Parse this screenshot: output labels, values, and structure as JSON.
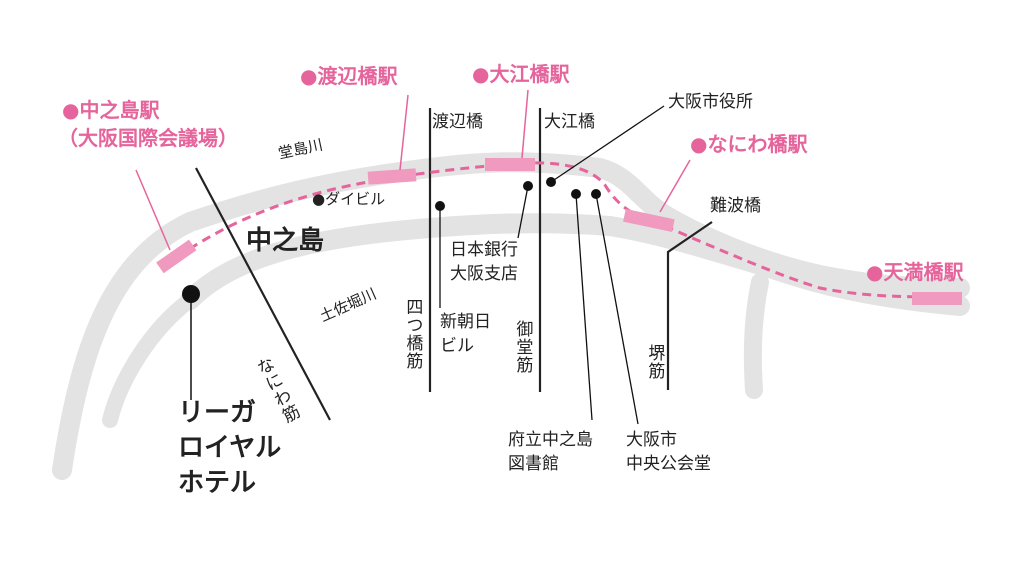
{
  "colors": {
    "river": "#e3e3e3",
    "line": "#e6649c",
    "station": "#f09ac0",
    "road": "#222222",
    "label_pink": "#e6649c"
  },
  "stations": {
    "nakanoshima": "●中之島駅",
    "nakanoshima_sub": "（大阪国際会議場）",
    "watanabebashi": "●渡辺橋駅",
    "oebashi": "●大江橋駅",
    "naniwabashi": "●なにわ橋駅",
    "temmabashi": "●天満橋駅"
  },
  "rivers": {
    "dojima": "堂島川",
    "tosabori": "土佐堀川"
  },
  "area": {
    "nakanoshima": "中之島"
  },
  "bridges": {
    "watanabe": "渡辺橋",
    "oe": "大江橋",
    "naniwa": "難波橋"
  },
  "streets": {
    "naniwasuji": "なにわ筋",
    "yotsuhashisuji": "四つ橋筋",
    "midosuji": "御堂筋",
    "sakaisuji": "堺筋"
  },
  "landmarks": {
    "daibiru": "●ダイビル",
    "boj_line1": "日本銀行",
    "boj_line2": "大阪支店",
    "shinasahi_line1": "新朝日",
    "shinasahi_line2": "ビル",
    "city_hall": "大阪市役所",
    "library_line1": "府立中之島",
    "library_line2": "図書館",
    "hall_line1": "大阪市",
    "hall_line2": "中央公会堂"
  },
  "hotel": {
    "line1": "リーガ",
    "line2": "ロイヤル",
    "line3": "ホテル"
  }
}
